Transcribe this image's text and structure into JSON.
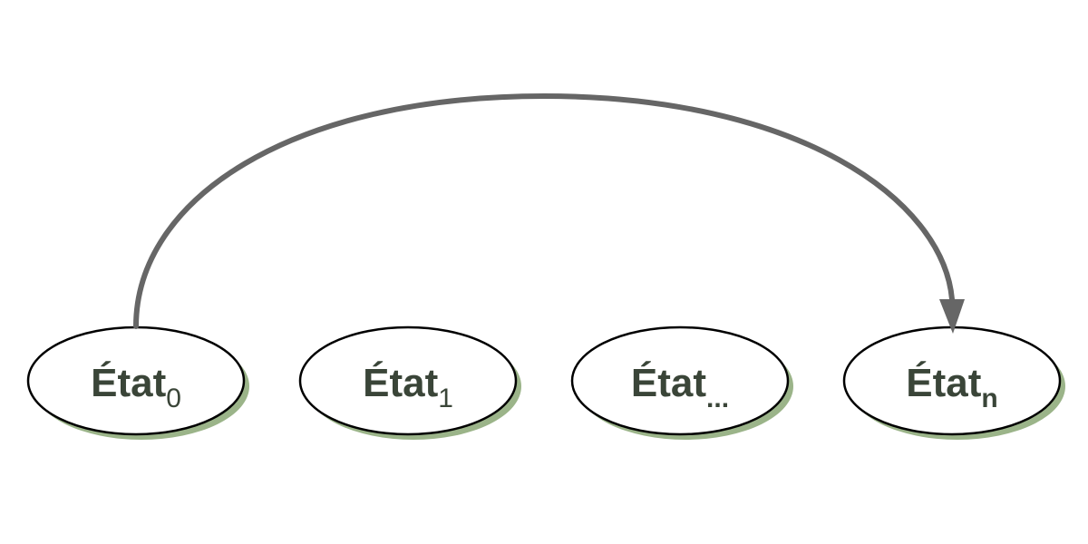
{
  "colors": {
    "background": "#ffffff",
    "node_fill": "#ffffff",
    "node_stroke": "#000000",
    "node_shadow": "#9bb489",
    "label_text": "#3a4538",
    "edge": "#666666"
  },
  "nodes": [
    {
      "label": "État",
      "subscript": "0",
      "subscript_weight": "regular"
    },
    {
      "label": "État",
      "subscript": "1",
      "subscript_weight": "regular"
    },
    {
      "label": "État",
      "subscript": "...",
      "subscript_weight": "bold"
    },
    {
      "label": "État",
      "subscript": "n",
      "subscript_weight": "bold"
    }
  ],
  "edges": [
    {
      "from": "État0",
      "to": "Étatn",
      "arrow": "end"
    }
  ]
}
